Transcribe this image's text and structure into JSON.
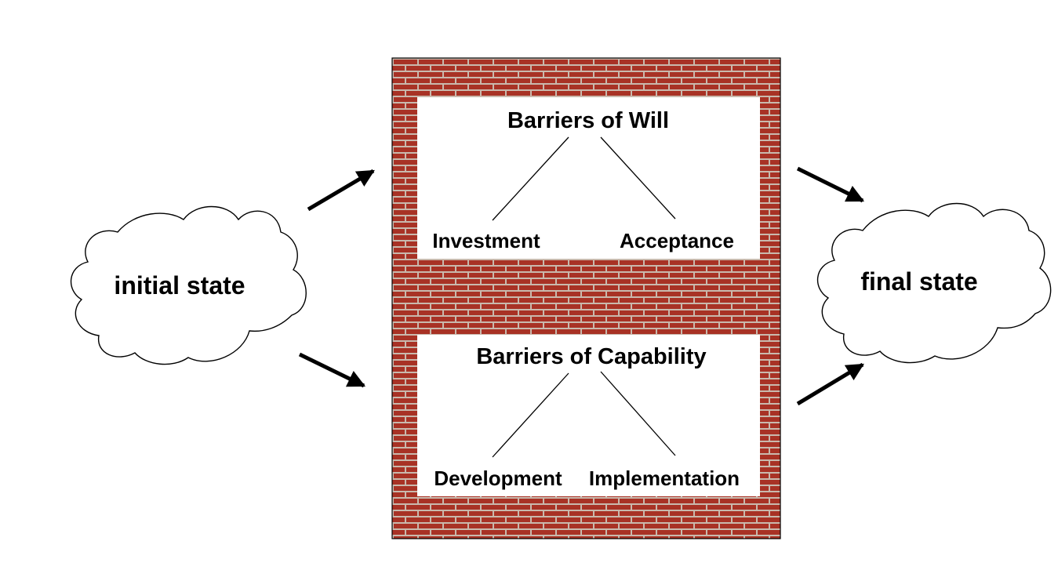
{
  "initial_state": "initial state",
  "final_state": "final state",
  "barriers_will": {
    "title": "Barriers of Will",
    "left": "Investment",
    "right": "Acceptance"
  },
  "barriers_capability": {
    "title": "Barriers of Capability",
    "left": "Development",
    "right": "Implementation"
  },
  "colors": {
    "brick": "#a83225",
    "mortar": "#c9b9ad",
    "line": "#000000",
    "background": "#ffffff"
  }
}
